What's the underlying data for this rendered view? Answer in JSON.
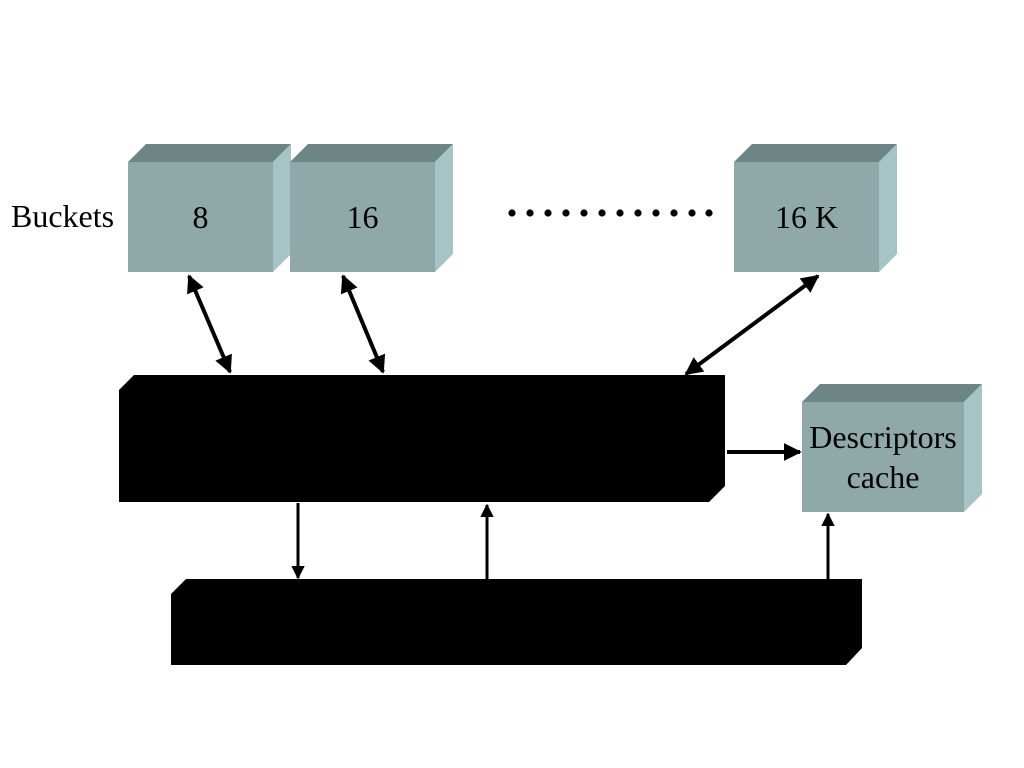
{
  "buckets_label": "Buckets",
  "buckets": [
    {
      "label": "8"
    },
    {
      "label": "16"
    },
    {
      "label": "16 K"
    }
  ],
  "cache": {
    "line1": "Descriptors",
    "line2": "cache"
  },
  "colors": {
    "box_front": "#8fa9a9",
    "box_top": "#6e8585",
    "box_side": "#a6c4c4",
    "block": "#000000",
    "background": "#ffffff"
  }
}
